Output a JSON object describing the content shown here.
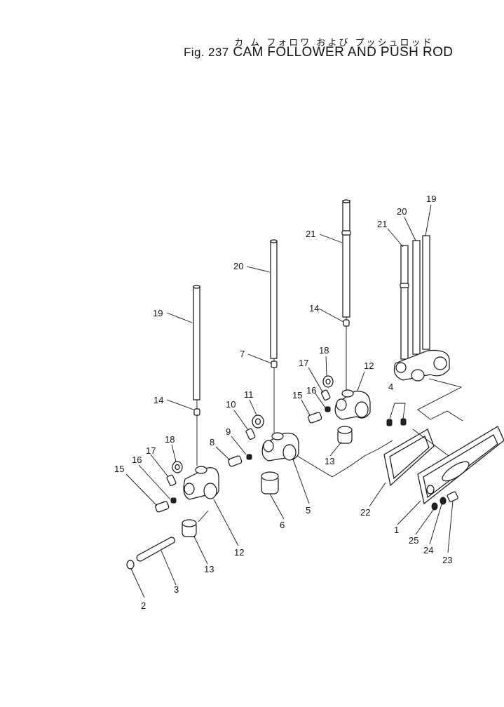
{
  "title": {
    "japanese": "カ ム フォロワ および プッシュロッド",
    "figure_number": "Fig. 237",
    "english": "CAM FOLLOWER AND PUSH ROD"
  },
  "callouts": {
    "c1": "1",
    "c2": "2",
    "c3": "3",
    "c4": "4",
    "c5": "5",
    "c6": "6",
    "c7": "7",
    "c8": "8",
    "c9": "9",
    "c10": "10",
    "c11": "11",
    "c12a": "12",
    "c12b": "12",
    "c13a": "13",
    "c13b": "13",
    "c14a": "14",
    "c14b": "14",
    "c15a": "15",
    "c15b": "15",
    "c16a": "16",
    "c16b": "16",
    "c17a": "17",
    "c17b": "17",
    "c18a": "18",
    "c18b": "18",
    "c19a": "19",
    "c19b": "19",
    "c20a": "20",
    "c20b": "20",
    "c21a": "21",
    "c21b": "21",
    "c22": "22",
    "c23": "23",
    "c24": "24",
    "c25": "25"
  }
}
